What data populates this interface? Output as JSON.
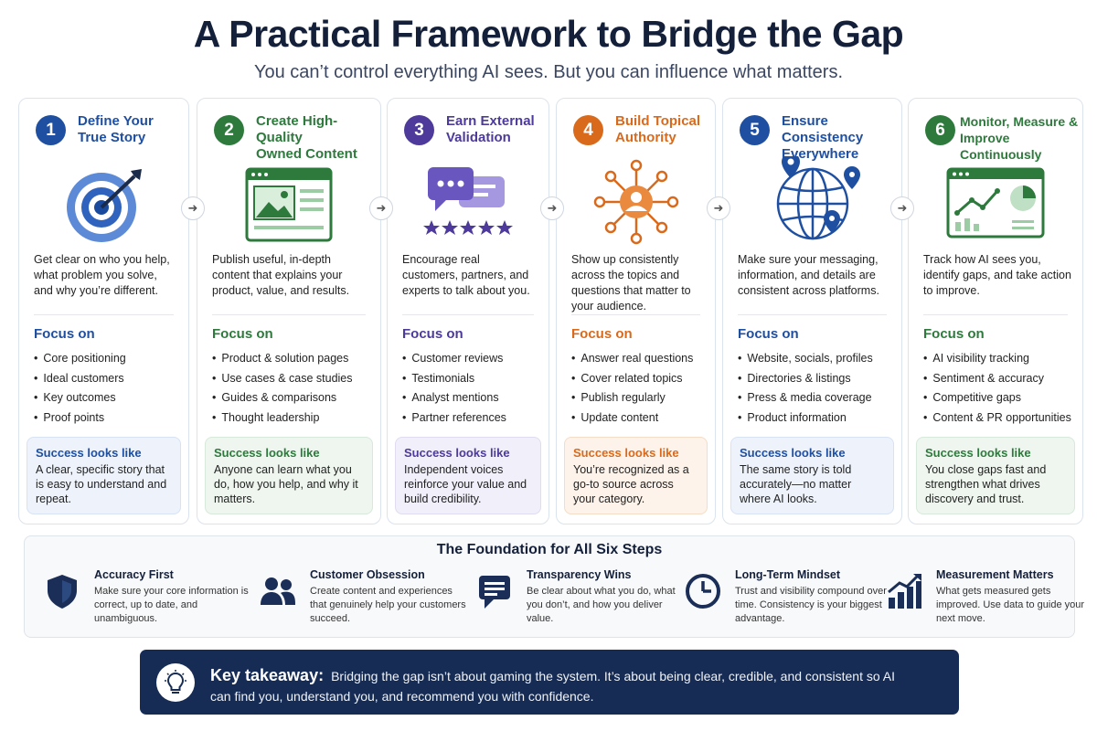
{
  "title": "A Practical Framework to Bridge the Gap",
  "subtitle": "You can’t control everything AI sees. But you can influence what matters.",
  "focus_label": "Focus on",
  "success_label": "Success looks like",
  "steps": [
    {
      "number": "1",
      "title_line1": "Define Your",
      "title_line2": "True Story",
      "color": "#1f4fa0",
      "description": "Get clear on who you help, what problem you solve, and why you’re different.",
      "focus": [
        "Core positioning",
        "Ideal customers",
        "Key outcomes",
        "Proof points"
      ],
      "success": "A clear, specific story that is easy to understand and repeat."
    },
    {
      "number": "2",
      "title_line1": "Create High-Quality",
      "title_line2": "Owned Content",
      "color": "#2e7a3d",
      "description": "Publish useful, in-depth content that explains your product, value, and results.",
      "focus": [
        "Product & solution pages",
        "Use cases & case studies",
        "Guides & comparisons",
        "Thought leadership"
      ],
      "success": "Anyone can learn what you do, how you help, and why it matters."
    },
    {
      "number": "3",
      "title_line1": "Earn External",
      "title_line2": "Validation",
      "color": "#4d3a9a",
      "description": "Encourage real customers, partners, and experts to talk about you.",
      "focus": [
        "Customer reviews",
        "Testimonials",
        "Analyst mentions",
        "Partner references"
      ],
      "success": "Independent voices reinforce your value and build credibility."
    },
    {
      "number": "4",
      "title_line1": "Build Topical",
      "title_line2": "Authority",
      "color": "#d96a1c",
      "description": "Show up consistently across the topics and questions that matter to your audience.",
      "focus": [
        "Answer real questions",
        "Cover related topics",
        "Publish regularly",
        "Update content"
      ],
      "success": "You’re recognized as a go-to source across your category."
    },
    {
      "number": "5",
      "title_line1": "Ensure Consistency",
      "title_line2": "Everywhere",
      "color": "#1f4fa0",
      "description": "Make sure your messaging, information, and details are consistent across platforms.",
      "focus": [
        "Website, socials, profiles",
        "Directories & listings",
        "Press & media coverage",
        "Product information"
      ],
      "success": "The same story is told accurately—no matter where AI looks."
    },
    {
      "number": "6",
      "title_line1": "Monitor, Measure &",
      "title_line2": "Improve Continuously",
      "color": "#2e7a3d",
      "description": "Track how AI sees you, identify gaps, and take action to improve.",
      "focus": [
        "AI visibility tracking",
        "Sentiment & accuracy",
        "Competitive gaps",
        "Content & PR opportunities"
      ],
      "success": "You close gaps fast and strengthen what drives discovery and trust."
    }
  ],
  "foundation": {
    "title": "The Foundation for All Six Steps",
    "items": [
      {
        "title": "Accuracy First",
        "text": "Make sure your core information is correct, up to date, and unambiguous.",
        "icon": "shield-icon"
      },
      {
        "title": "Customer Obsession",
        "text": "Create content and experiences that genuinely help your customers succeed.",
        "icon": "people-icon"
      },
      {
        "title": "Transparency Wins",
        "text": "Be clear about what you do, what you don’t, and how you deliver value.",
        "icon": "chat-icon"
      },
      {
        "title": "Long-Term Mindset",
        "text": "Trust and visibility compound over time. Consistency is your biggest advantage.",
        "icon": "clock-icon"
      },
      {
        "title": "Measurement Matters",
        "text": "What gets measured gets improved. Use data to guide your next move.",
        "icon": "growth-chart-icon"
      }
    ]
  },
  "takeaway": {
    "label": "Key takeaway:",
    "text": "Bridging the gap isn’t about gaming the system. It’s about being clear, credible, and consistent so AI can find you, understand you, and recommend you with confidence."
  }
}
